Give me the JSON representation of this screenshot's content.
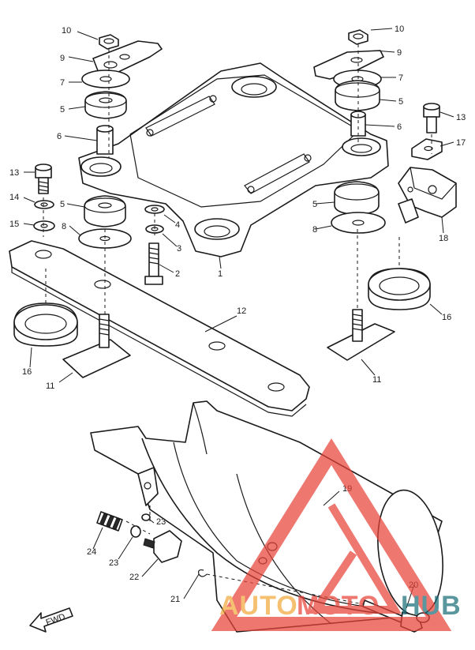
{
  "callouts": {
    "c10a": "10",
    "c9a": "9",
    "c7a": "7",
    "c5a": "5",
    "c6a": "6",
    "c13a": "13",
    "c14": "14",
    "c15": "15",
    "c5b": "5",
    "c8a": "8",
    "c4": "4",
    "c3": "3",
    "c2": "2",
    "c1": "1",
    "c16a": "16",
    "c11a": "11",
    "c12": "12",
    "c10b": "10",
    "c9b": "9",
    "c7b": "7",
    "c5c": "5",
    "c6b": "6",
    "c13b": "13",
    "c17": "17",
    "c18": "18",
    "c5d": "5",
    "c8b": "8",
    "c16b": "16",
    "c11b": "11",
    "c19": "19",
    "c20": "20",
    "c21": "21",
    "c22": "22",
    "c23a": "23",
    "c23b": "23",
    "c24": "24"
  },
  "fwd_label": "FWD",
  "watermark": {
    "part1": "AUTO",
    "part2": "MOTO",
    "part3": "HUB",
    "color_red": "#e8443a",
    "color_orange": "#f2a93b",
    "color_teal": "#1b6f7a"
  }
}
